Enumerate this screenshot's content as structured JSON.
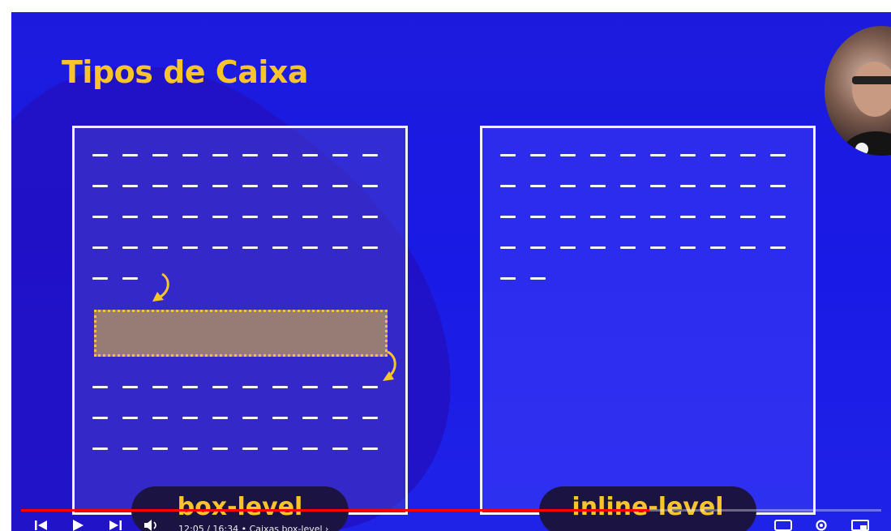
{
  "slide": {
    "title": "Tipos de Caixa",
    "left_label": "box-level",
    "right_label": "inline-level"
  },
  "player": {
    "current_time": "12:05",
    "duration": "16:34",
    "chapter": "Caixas box-level",
    "progress": 0.73,
    "time_display": "12:05 / 16:34 • Caixas box-level ›"
  },
  "colors": {
    "accent_yellow": "#f7c52b",
    "background_blue": "#1a1ae6",
    "progress_red": "#ff0000"
  },
  "icons": [
    "skip-previous-icon",
    "play-icon",
    "skip-next-icon",
    "volume-icon",
    "subtitles-icon",
    "settings-icon",
    "miniplayer-icon"
  ]
}
